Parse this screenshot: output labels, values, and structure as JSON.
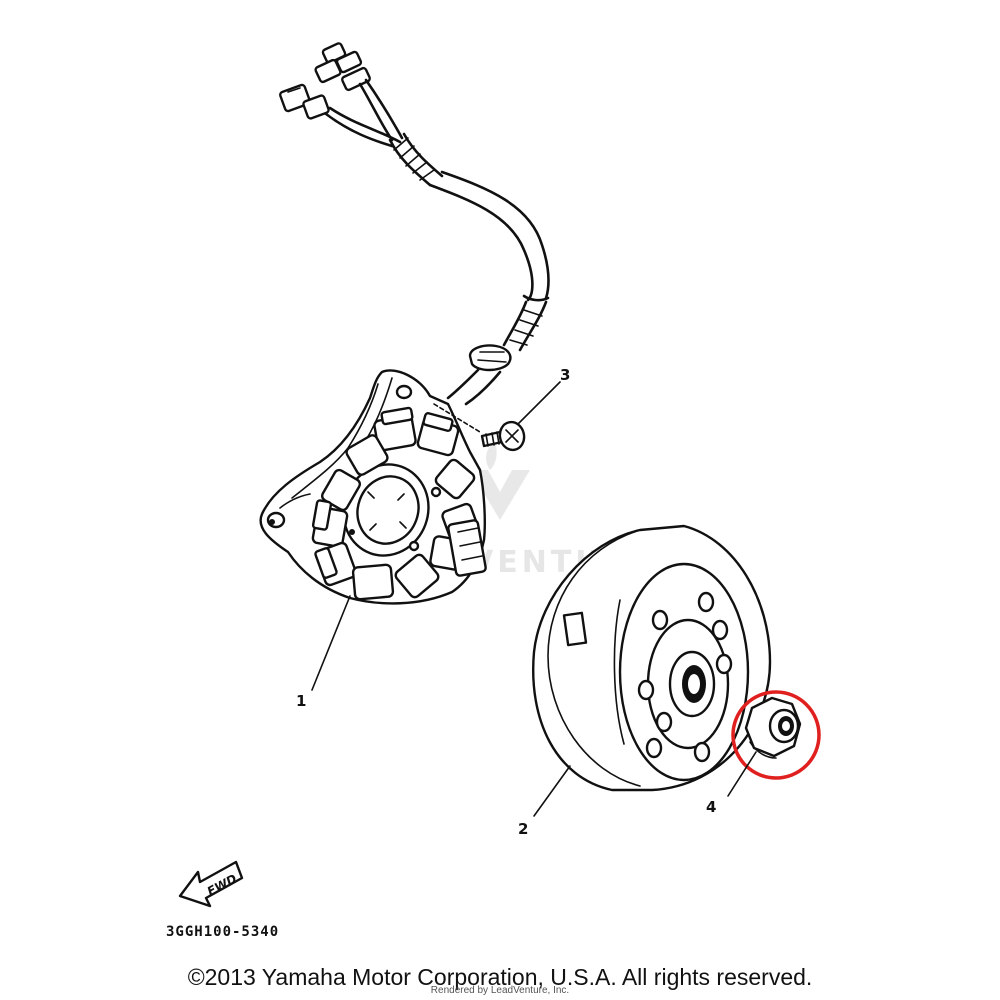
{
  "callouts": {
    "c1": "1",
    "c2": "2",
    "c3": "3",
    "c4": "4"
  },
  "fwd_label": "FWD",
  "drawing_code": "3GGH100-5340",
  "watermark": "VENTURE",
  "copyright": "©2013 Yamaha Motor Corporation, U.S.A. All rights reserved.",
  "rendered_by": "Rendered by LeadVenture, Inc.",
  "highlight_color": "#e0201e"
}
